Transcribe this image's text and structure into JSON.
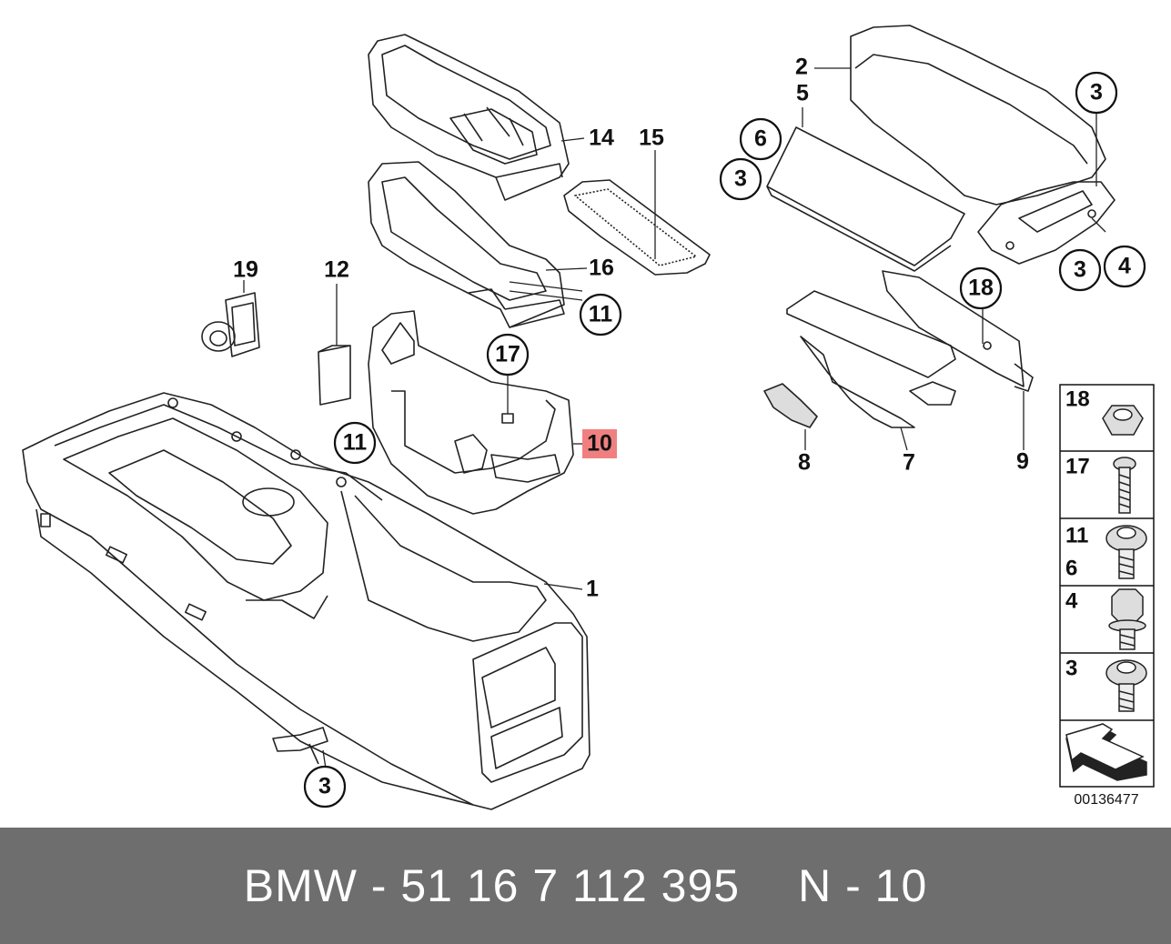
{
  "diagram": {
    "callouts": [
      {
        "id": "callout-1",
        "text": "1"
      },
      {
        "id": "callout-2",
        "text": "2"
      },
      {
        "id": "callout-3a",
        "text": "3"
      },
      {
        "id": "callout-3b",
        "text": "3"
      },
      {
        "id": "callout-3c",
        "text": "3"
      },
      {
        "id": "callout-3d",
        "text": "3"
      },
      {
        "id": "callout-4",
        "text": "4"
      },
      {
        "id": "callout-5",
        "text": "5"
      },
      {
        "id": "callout-6",
        "text": "6"
      },
      {
        "id": "callout-7",
        "text": "7"
      },
      {
        "id": "callout-8",
        "text": "8"
      },
      {
        "id": "callout-9",
        "text": "9"
      },
      {
        "id": "callout-10",
        "text": "10",
        "highlighted": true,
        "highlight_color": "#f08080"
      },
      {
        "id": "callout-11a",
        "text": "11"
      },
      {
        "id": "callout-11b",
        "text": "11"
      },
      {
        "id": "callout-12",
        "text": "12"
      },
      {
        "id": "callout-14",
        "text": "14"
      },
      {
        "id": "callout-15",
        "text": "15"
      },
      {
        "id": "callout-16",
        "text": "16"
      },
      {
        "id": "callout-17",
        "text": "17"
      },
      {
        "id": "callout-18",
        "text": "18"
      },
      {
        "id": "callout-19",
        "text": "19"
      }
    ],
    "legend": [
      {
        "labels": [
          "18"
        ],
        "icon": "clip-nut-icon"
      },
      {
        "labels": [
          "17"
        ],
        "icon": "screw-icon"
      },
      {
        "labels": [
          "11",
          "6"
        ],
        "icon": "flange-screw-icon"
      },
      {
        "labels": [
          "4"
        ],
        "icon": "hex-bolt-icon"
      },
      {
        "labels": [
          "3"
        ],
        "icon": "flange-screw-icon"
      },
      {
        "labels": [],
        "icon": "direction-arrow-icon"
      }
    ],
    "diagram_number": "00136477"
  },
  "footer": {
    "part_number": "BMW - 51 16 7 112 395",
    "position": "N - 10"
  }
}
